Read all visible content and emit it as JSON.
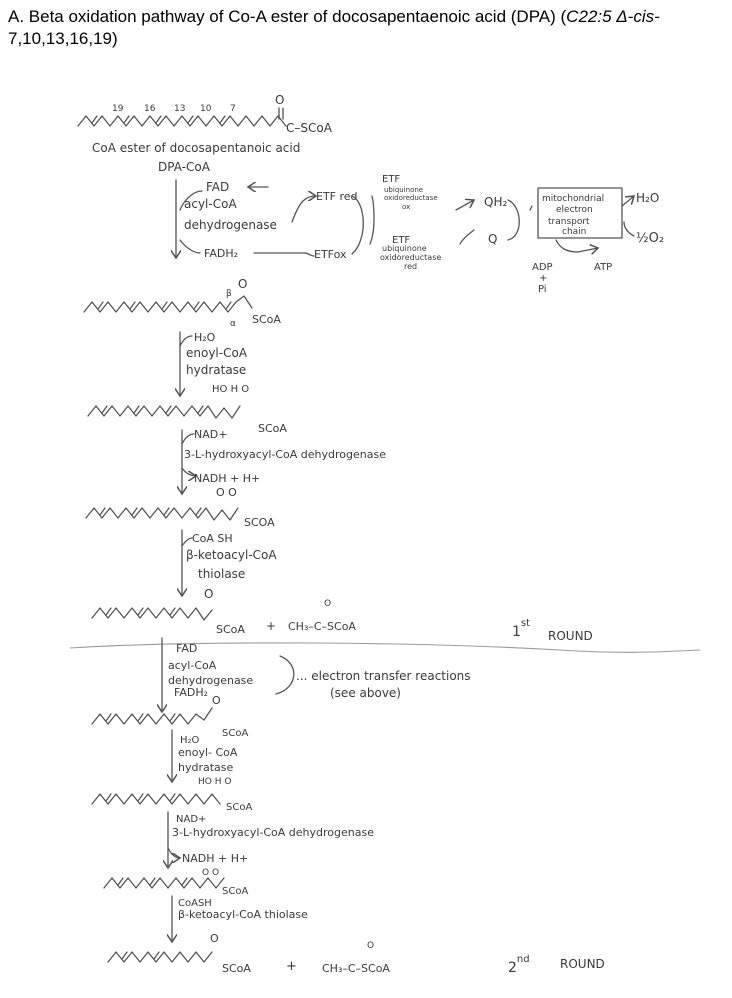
{
  "title": {
    "prefix": "A. Beta oxidation pathway of Co-A ester of docosapentaenoic acid (DPA) (",
    "formula_italic": "C22:5 Δ-cis-",
    "suffix": "7,10,13,16,19)"
  },
  "top": {
    "positions": [
      "19",
      "16",
      "13",
      "10",
      "7"
    ],
    "oxygen": "O",
    "scoa": "C–SCoA",
    "name": "CoA ester of docosapentanoic acid",
    "short_name": "DPA-CoA"
  },
  "step1": {
    "fad": "FAD",
    "enzyme": [
      "acyl-CoA",
      "dehydrogenase"
    ],
    "fadh2": "FADH₂",
    "etf_red": "ETF red",
    "etf_ox": "ETFox",
    "etf_top": "ETF",
    "ubi_ox": [
      "ubiquinone",
      "oxidoreductase",
      "ox"
    ],
    "etf_bottom": "ETF",
    "ubi_red": [
      "ubiquinone",
      "oxidoreductase",
      "red"
    ],
    "qh2": "QH₂",
    "q": "Q",
    "chain": [
      "mitochondrial",
      "electron",
      "transport",
      "chain"
    ],
    "h2o": "H₂O",
    "half_o2": "½O₂",
    "adp": "ADP",
    "plus": "+",
    "pi": "Pi",
    "atp": "ATP"
  },
  "step2": {
    "beta": "β",
    "alpha": "α",
    "oxygen": "O",
    "scoa": "SCoA",
    "h2o": "H₂O",
    "enzyme": [
      "enoyl-CoA",
      "hydratase"
    ]
  },
  "step3": {
    "hydroxyl": "HO H O",
    "scoa": "SCoA",
    "nad": "NAD+",
    "enzyme": "3-L-hydroxyacyl-CoA dehydrogenase",
    "nadh": "NADH + H+"
  },
  "step4": {
    "oxygens": "O O",
    "scoa": "SCOA",
    "coash": "CoA SH",
    "enzyme": [
      "β-ketoacyl-CoA",
      "thiolase"
    ]
  },
  "product1": {
    "oxygen": "O",
    "scoa": "SCoA",
    "plus": "+",
    "acetyl": "CH₃–C–SCoA",
    "acetyl_o": "O",
    "round": "1",
    "round_sup": "st",
    "round_word": "ROUND"
  },
  "round2": {
    "fad": "FAD",
    "enzyme": [
      "acyl-CoA",
      "dehydrogenase"
    ],
    "fadh2": "FADH₂",
    "transfer": "... electron transfer reactions",
    "see": "(see above)",
    "oxygen": "O",
    "scoa1": "SCoA",
    "h2o": "H₂O",
    "hydratase": [
      "enoyl- CoA",
      "hydratase"
    ],
    "hydroxyl": "HO H O",
    "scoa2": "SCoA",
    "nad": "NAD+",
    "dehydrogenase": "3-L-hydroxyacyl-CoA dehydrogenase",
    "nadh": "NADH + H+",
    "oxygens": "O O",
    "scoa3": "SCoA",
    "coash": "CoASH",
    "thiolase": "β-ketoacyl-CoA thiolase"
  },
  "product2": {
    "oxygen": "O",
    "scoa": "SCoA",
    "plus": "+",
    "acetyl": "CH₃–C–SCoA",
    "acetyl_o": "O",
    "round": "2",
    "round_sup": "nd",
    "round_word": "ROUND"
  }
}
